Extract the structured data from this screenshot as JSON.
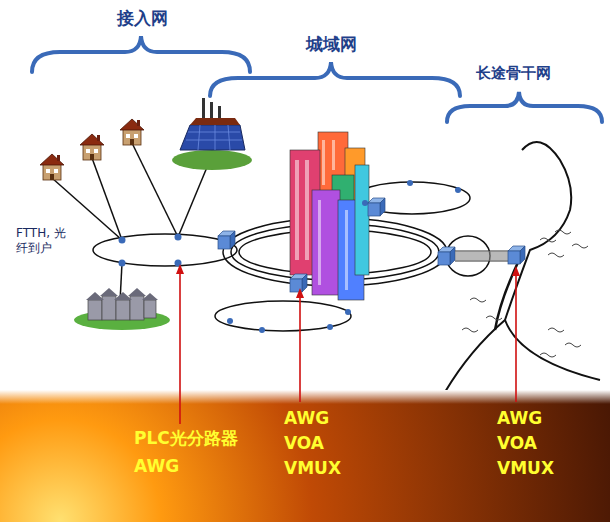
{
  "diagram": {
    "labels": [
      "接入网",
      "城域网",
      "长途骨干网",
      "FTTH, 光纤到户",
      "AWG",
      "VOA",
      "VMUX",
      "PLC光分路器",
      "AWG",
      "AWG",
      "VOA",
      "VMUX"
    ]
  }
}
